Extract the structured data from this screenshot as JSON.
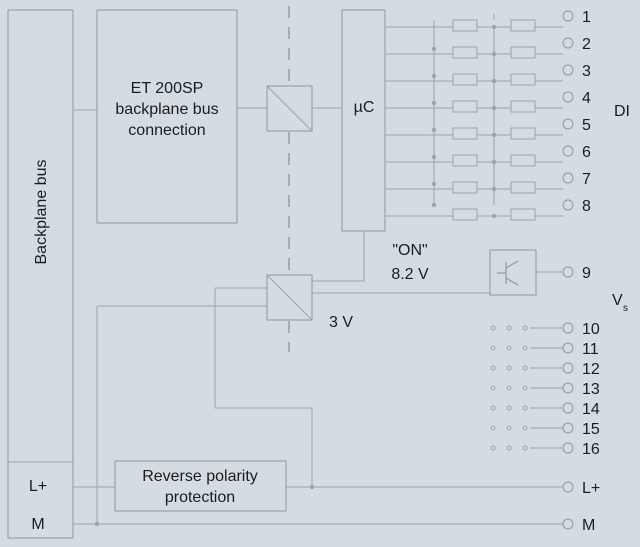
{
  "labels": {
    "backplane_bus": "Backplane bus",
    "et200sp_line1": "ET 200SP",
    "et200sp_line2": "backplane bus",
    "et200sp_line3": "connection",
    "uc": "µC",
    "di": "DI",
    "on": "\"ON\"",
    "v82": "8.2 V",
    "v3": "3 V",
    "vs_main": "V",
    "vs_sub": "s",
    "rpp_line1": "Reverse polarity",
    "rpp_line2": "protection",
    "lplus": "L+",
    "m": "M"
  },
  "inputs": [
    "1",
    "2",
    "3",
    "4",
    "5",
    "6",
    "7",
    "8"
  ],
  "supply_terminal": "9",
  "unused_terminals": [
    "10",
    "11",
    "12",
    "13",
    "14",
    "15",
    "16"
  ],
  "right_lplus": "L+",
  "right_m": "M",
  "colors": {
    "background": "#d3dce3",
    "line": "#8e99a2",
    "text": "#1c1c1c"
  }
}
